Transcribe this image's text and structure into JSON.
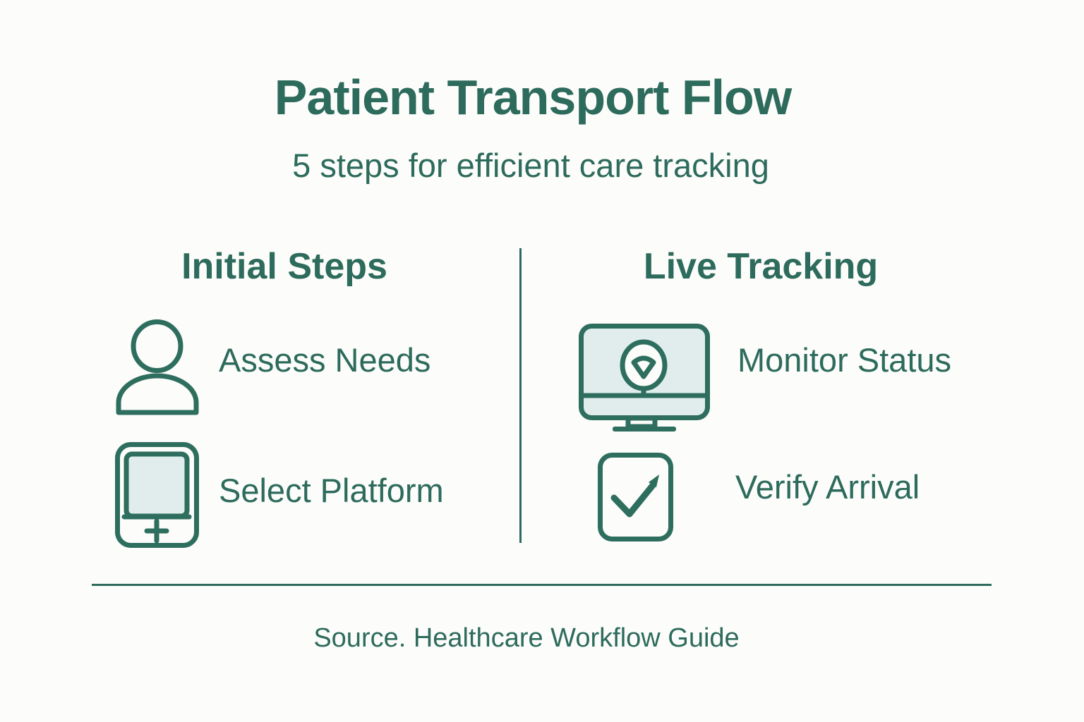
{
  "palette": {
    "teal": "#2d6b5c",
    "icon_stroke": "#2e6e5e",
    "light_fill": "#e0edec",
    "background": "#fcfcfa"
  },
  "header": {
    "title": "Patient Transport Flow",
    "subtitle": "5 steps for efficient care tracking"
  },
  "columns": [
    {
      "heading": "Initial Steps",
      "items": [
        {
          "icon": "person-icon",
          "label": "Assess Needs"
        },
        {
          "icon": "tablet-add-icon",
          "label": "Select Platform"
        }
      ]
    },
    {
      "heading": "Live Tracking",
      "items": [
        {
          "icon": "monitor-location-icon",
          "label": "Monitor Status"
        },
        {
          "icon": "checkbox-check-icon",
          "label": "Verify Arrival"
        }
      ]
    }
  ],
  "footer": {
    "source": "Source. Healthcare Workflow Guide"
  }
}
